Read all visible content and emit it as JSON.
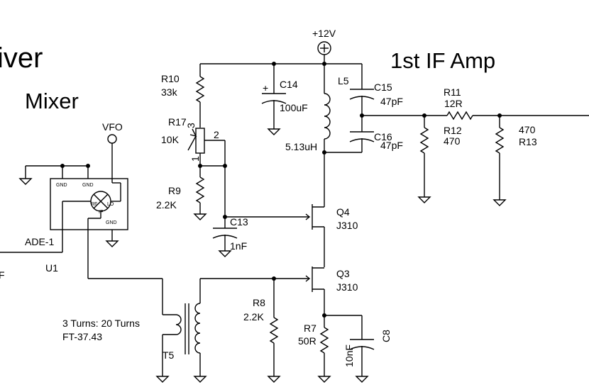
{
  "titles": {
    "receiver_fragment": "iver",
    "mixer": "Mixer",
    "if_amp": "1st IF Amp"
  },
  "power": {
    "label": "+12V"
  },
  "components": {
    "R10": {
      "ref": "R10",
      "value": "33k"
    },
    "R17": {
      "ref": "R17",
      "value": "10K",
      "pin3": "3",
      "pin2": "2",
      "pin1": "1"
    },
    "R9": {
      "ref": "R9",
      "value": "2.2K"
    },
    "C14": {
      "ref": "C14",
      "value": "100uF",
      "polarity": "+"
    },
    "L5": {
      "ref": "L5",
      "value": "5.13uH"
    },
    "C15": {
      "ref": "C15",
      "value": "47pF"
    },
    "C16": {
      "ref": "C16",
      "value": "47pF"
    },
    "R11": {
      "ref": "R11",
      "value": "12R"
    },
    "R12": {
      "ref": "R12",
      "value": "470"
    },
    "R13": {
      "ref": "R13",
      "value": "470"
    },
    "C13": {
      "ref": "C13",
      "value": "1nF"
    },
    "Q4": {
      "ref": "Q4",
      "value": "J310"
    },
    "Q3": {
      "ref": "Q3",
      "value": "J310"
    },
    "R8": {
      "ref": "R8",
      "value": "2.2K"
    },
    "R7": {
      "ref": "R7",
      "value": "50R"
    },
    "C8": {
      "ref": "C8",
      "value": "10nF"
    },
    "T5": {
      "ref": "T5",
      "turns": "3 Turns: 20 Turns",
      "core": "FT-37.43"
    },
    "U1": {
      "ref": "U1",
      "part": "ADE-1",
      "vfo": "VFO",
      "pins": {
        "gnd1": "GND",
        "gnd2": "GND",
        "gnd3": "GND",
        "rf": "RF",
        "lo": "LO",
        "if": "IF"
      }
    },
    "edge_fragment": "F"
  }
}
